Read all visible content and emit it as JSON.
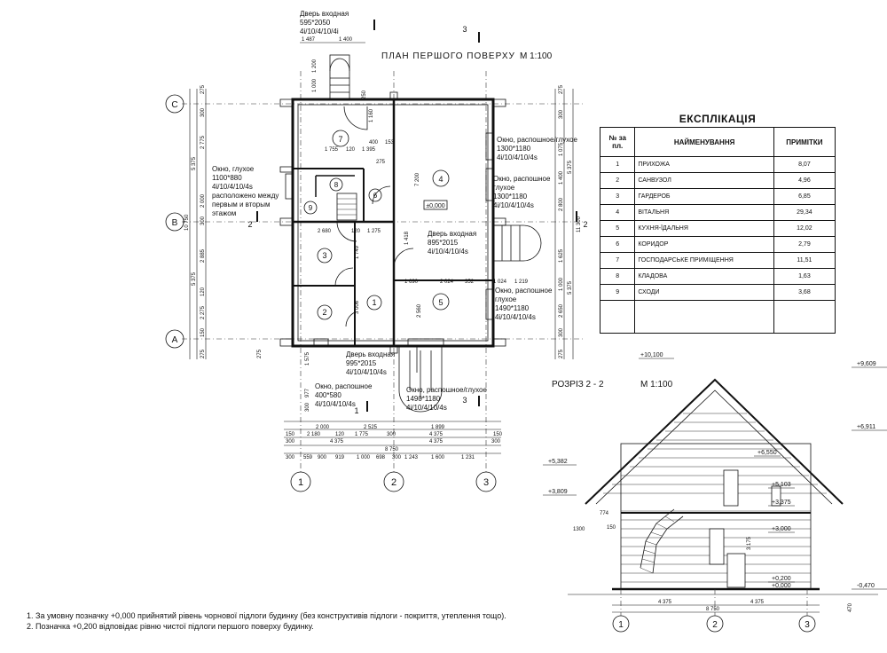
{
  "plan": {
    "title": "ПЛАН ПЕРШОГО ПОВЕРХУ",
    "scale": "М 1:100",
    "axes_letters": [
      "С",
      "В",
      "А"
    ],
    "axes_numbers": [
      "1",
      "2",
      "3"
    ],
    "section_mark": "2",
    "section_mark_3": "3",
    "section_mark_1": "1",
    "rooms": [
      "7",
      "8",
      "9",
      "6",
      "4",
      "3",
      "2",
      "1",
      "5"
    ],
    "level_mark": "±0,000",
    "door_top": [
      "Дверь входная",
      "595*2050",
      "4i/10/4/10/4i"
    ],
    "door_right": [
      "Дверь входная",
      "895*2015",
      "4i/10/4/10/4s"
    ],
    "door_bottom": [
      "Дверь входная",
      "995*2015",
      "4i/10/4/10/4s"
    ],
    "window_left": [
      "Окно, глухое",
      "1100*880",
      "4i/10/4/10/4s",
      "расположено между",
      "первым и вторым",
      "этажом"
    ],
    "window_r1": [
      "Окно, распошное/глухое",
      "1300*1180",
      "4i/10/4/10/4s"
    ],
    "window_r2": [
      "Окно, распошное",
      "глухое",
      "1300*1180",
      "4i/10/4/10/4s"
    ],
    "window_r3": [
      "Окно, распошное",
      "глухое",
      "1490*1180",
      "4i/10/4/10/4s"
    ],
    "window_b1": [
      "Окно, распошное",
      "400*580",
      "4i/10/4/10/4s"
    ],
    "window_b2": [
      "Окно, распошное/глухое",
      "1490*1180",
      "4i/10/4/10/4s"
    ],
    "dims_top": [
      "1 487",
      "1 400"
    ],
    "dims_bottom_row1": [
      "2 000",
      "2 525",
      "1 899"
    ],
    "dims_bottom_row2": [
      "2 180",
      "120",
      "1 775",
      "300",
      "4 375"
    ],
    "dims_bottom_row3": [
      "4 375",
      "4 375",
      "150",
      "150",
      "300",
      "300"
    ],
    "dims_bottom_row4": [
      "8 750"
    ],
    "dims_bottom_row5": [
      "559",
      "900",
      "919",
      "1 000",
      "698",
      "300",
      "1 243",
      "1 600",
      "1 231",
      "300"
    ],
    "dims_inner": [
      "1 755",
      "120",
      "1 395",
      "400",
      "153",
      "2 680",
      "120",
      "1 275",
      "1 690",
      "2 024",
      "352",
      "1 024",
      "1 219",
      "1 418",
      "1 749",
      "3 006",
      "2 560",
      "7 200",
      "1 160",
      "275",
      "1 200",
      "1 000",
      "250"
    ],
    "dims_left": [
      "275",
      "300",
      "2 775",
      "5 375",
      "2 000",
      "300",
      "10 750",
      "2 885",
      "5 375",
      "2 275",
      "120",
      "150",
      "275",
      "275"
    ],
    "dims_right": [
      "275",
      "300",
      "1 075",
      "5 375",
      "1 400",
      "2 800",
      "11 300",
      "1 625",
      "2 650",
      "1 000",
      "5 375",
      "300",
      "275"
    ],
    "dims_misc": [
      "977",
      "1 575",
      "300",
      "+10,100"
    ]
  },
  "section": {
    "title": "РОЗРІЗ 2 - 2",
    "scale": "М 1:100",
    "levels": [
      "+9,609",
      "+6,911",
      "+6,550",
      "+5,382",
      "+5,103",
      "+3,375",
      "+3,809",
      "+3,000",
      "+0,000",
      "+0,200",
      "-0,470"
    ],
    "dims": [
      "774",
      "1300",
      "150",
      "4 375",
      "4 375",
      "8 750",
      "3 175",
      "470"
    ],
    "axes": [
      "1",
      "2",
      "3"
    ]
  },
  "explication": {
    "title": "ЕКСПЛІКАЦІЯ",
    "headers": [
      "№ за пл.",
      "НАЙМЕНУВАННЯ",
      "ПРИМІТКИ"
    ],
    "rows": [
      [
        "1",
        "ПРИХОЖА",
        "8,07"
      ],
      [
        "2",
        "САНВУЗОЛ",
        "4,96"
      ],
      [
        "3",
        "ГАРДЕРОБ",
        "6,85"
      ],
      [
        "4",
        "ВІТАЛЬНЯ",
        "29,34"
      ],
      [
        "5",
        "КУХНЯ-ЇДАЛЬНЯ",
        "12,02"
      ],
      [
        "6",
        "КОРИДОР",
        "2,79"
      ],
      [
        "7",
        "ГОСПОДАРСЬКЕ ПРИМІЩЕННЯ",
        "11,51"
      ],
      [
        "8",
        "КЛАДОВА",
        "1,63"
      ],
      [
        "9",
        "СХОДИ",
        "3,68"
      ]
    ]
  },
  "notes": [
    "1. За умовну позначку +0,000 прийнятий  рівень чорнової підлоги будинку (без  конструктивів підлоги - покриття, утеплення  тощо).",
    "2. Позначка  +0,200  відповідає рівню чистої підлоги першого поверху  будинку."
  ]
}
